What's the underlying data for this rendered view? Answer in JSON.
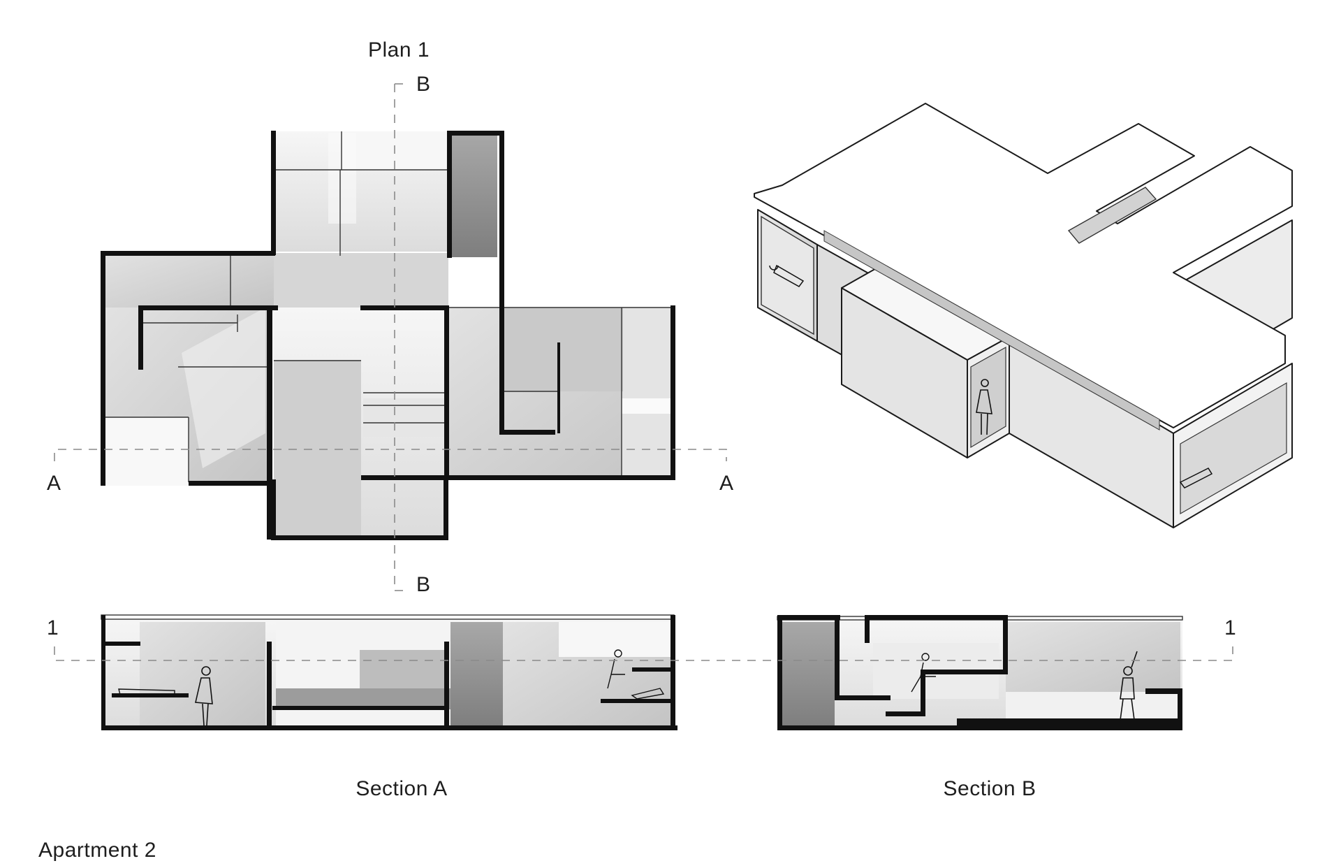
{
  "labels": {
    "plan_title": "Plan 1",
    "cut_b_top": "B",
    "cut_b_bottom": "B",
    "cut_a_left": "A",
    "cut_a_right": "A",
    "level_left": "1",
    "level_right": "1",
    "section_a": "Section A",
    "section_b": "Section B",
    "apartment": "Apartment 2"
  },
  "colors": {
    "wall": "#111111",
    "floor_light": "#f2f2f2",
    "floor_mid": "#d8d8d8",
    "floor_dark": "#9a9a9a",
    "cut_line": "#8a8a8a"
  }
}
